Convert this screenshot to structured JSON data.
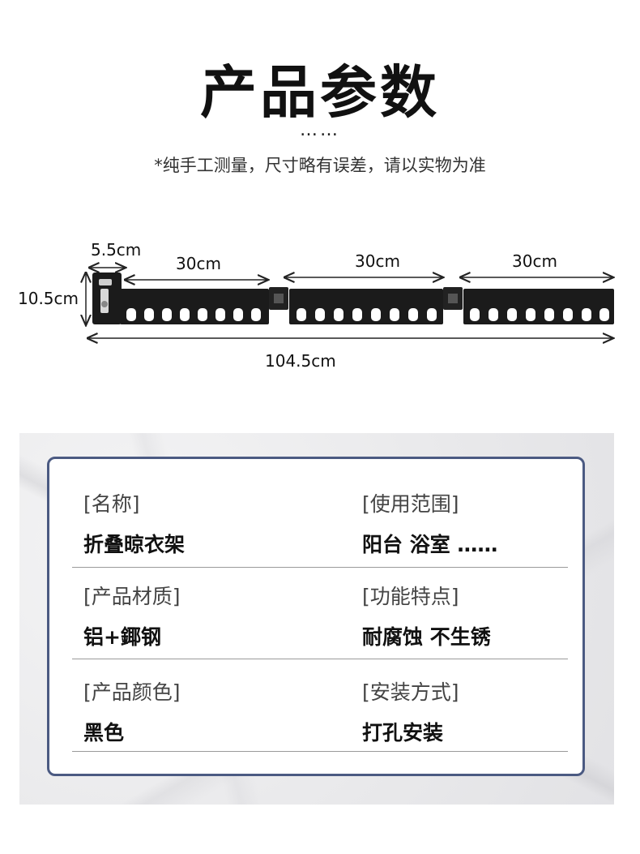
{
  "title": "产品参数",
  "dots": "……",
  "note": "*纯手工测量，尺寸略有误差，请以实物为准",
  "dimensions": {
    "bracket_width": "5.5cm",
    "section1": "30cm",
    "section2": "30cm",
    "section3": "30cm",
    "height": "10.5cm",
    "total": "104.5cm"
  },
  "specs": [
    {
      "label": "[名称]",
      "value": "折叠晾衣架"
    },
    {
      "label": "[使用范围]",
      "value": "阳台 浴室 ……"
    },
    {
      "label": "[产品材质]",
      "value": "铝+鎁钢"
    },
    {
      "label": "[功能特点]",
      "value": "耐腐蚀 不生锈"
    },
    {
      "label": "[产品颜色]",
      "value": "黑色"
    },
    {
      "label": "[安装方式]",
      "value": "打孔安装"
    }
  ],
  "colors": {
    "frame_border": "#4b5a82",
    "rack": "#1b1b1b"
  }
}
